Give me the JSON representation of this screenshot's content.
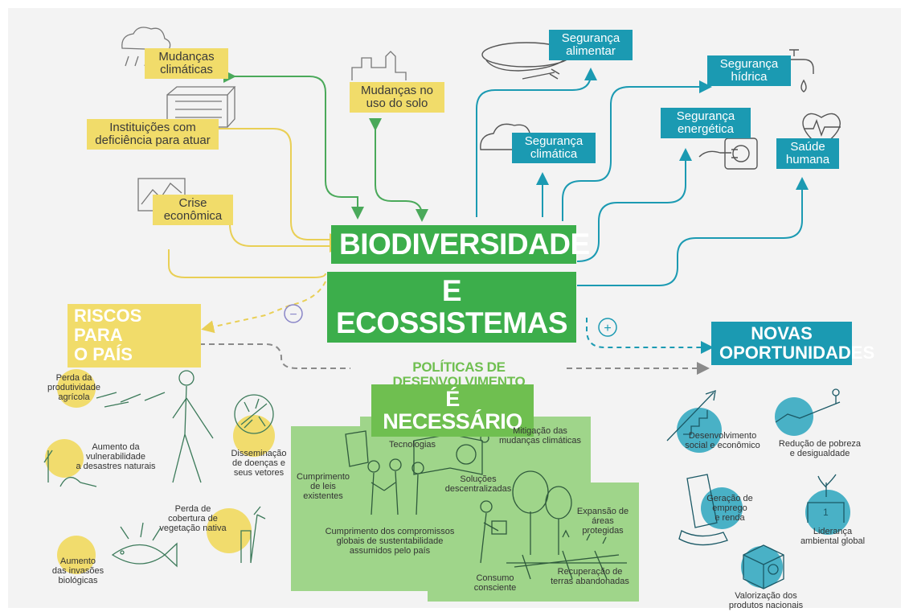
{
  "center": {
    "line1": "BIODIVERSIDADE",
    "line2": "E ECOSSISTEMAS"
  },
  "drivers": [
    {
      "id": "mudancas-climaticas",
      "text": "Mudanças\nclimáticas"
    },
    {
      "id": "mudancas-solo",
      "text": "Mudanças no\nuso do solo"
    },
    {
      "id": "instituicoes",
      "text": "Instituições com\ndeficiência para atuar"
    },
    {
      "id": "crise",
      "text": "Crise\neconômica"
    }
  ],
  "outcomes": [
    {
      "id": "seg-alimentar",
      "text": "Segurança\nalimentar"
    },
    {
      "id": "seg-hidrica",
      "text": "Segurança\nhídrica"
    },
    {
      "id": "seg-climatica",
      "text": "Segurança\nclimática"
    },
    {
      "id": "seg-energetica",
      "text": "Segurança\nenergética"
    },
    {
      "id": "saude",
      "text": "Saúde\nhumana"
    }
  ],
  "riscos": {
    "title": "RISCOS PARA\nO PAÍS",
    "items": [
      "Perda da\nprodutividade\nagrícola",
      "Aumento da\nvulnerabilidade\na desastres naturais",
      "Disseminação\nde doenças e\nseus vetores",
      "Perda de\ncobertura de\nvegetação nativa",
      "Aumento\ndas invasões\nbiológicas"
    ]
  },
  "oportunidades": {
    "title": "NOVAS\nOPORTUNIDADES",
    "items": [
      "Desenvolvimento\nsocial e econômico",
      "Redução de pobreza\ne desigualdade",
      "Geração de\nemprego\ne renda",
      "Liderança\nambiental global",
      "Valorização dos\nprodutos nacionais"
    ]
  },
  "politicas": "POLÍTICAS DE DESENVOLVIMENTO",
  "necessario": {
    "title": "É  NECESSÁRIO",
    "items": [
      "Tecnologias",
      "Mitigação das\nmudanças climáticas",
      "Cumprimento\nde leis\nexistentes",
      "Soluções\ndescentralizadas",
      "Expansão de\náreas protegidas",
      "Cumprimento dos compromissos\nglobais de sustentabilidade\nassumidos pelo país",
      "Consumo\nconsciente",
      "Recuperação de\nterras abandonadas"
    ]
  },
  "signs": {
    "minus": "−",
    "plus": "+"
  },
  "colors": {
    "yellow": "#f1dc6a",
    "teal": "#1b9ab2",
    "green": "#3cae4b",
    "lightgreen": "#9fd58a",
    "gray": "#8a8a8a"
  },
  "icon_names": [
    "cloud-rain-icon",
    "building-icon",
    "chart-icon",
    "plate-fork-icon",
    "faucet-drop-icon",
    "cloud-icon",
    "plug-icon",
    "heart-pulse-icon",
    "farmer-icon",
    "mosquito-icon",
    "fish-icon",
    "people-handshake-icon",
    "tree-icon"
  ]
}
